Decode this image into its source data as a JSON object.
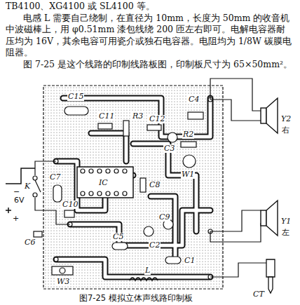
{
  "diagram": {
    "caption": "图7-25  模拟立体声线路印制板",
    "labels": [
      "TB4100、XG4100 或 SL4100 等。",
      "电感 L 需要自己绕制，在直径为 10mm，长度为 50mm 的收音机中波磁棒上，用 φ0.51mm 漆包线绕 200 匝左右即可。电解电容器耐压均为 16V，其余电容可用瓷介或独石电容器。电阻均为 1/8W 碳膜电阻器。",
      "图 7-25 是这个线路的印制线路板图，印制板尺寸为 65×50mm²。",
      "C15",
      "C4",
      "C11",
      "R3",
      "C12",
      "C3",
      "R2",
      "W1",
      "C7",
      "IC",
      "C8",
      "C10",
      "C9",
      "C6",
      "C5",
      "C2",
      "C1",
      "W3",
      "L",
      "Y2",
      "右",
      "Y1",
      "左",
      "K",
      "−",
      "6V",
      "+",
      "CT"
    ]
  }
}
